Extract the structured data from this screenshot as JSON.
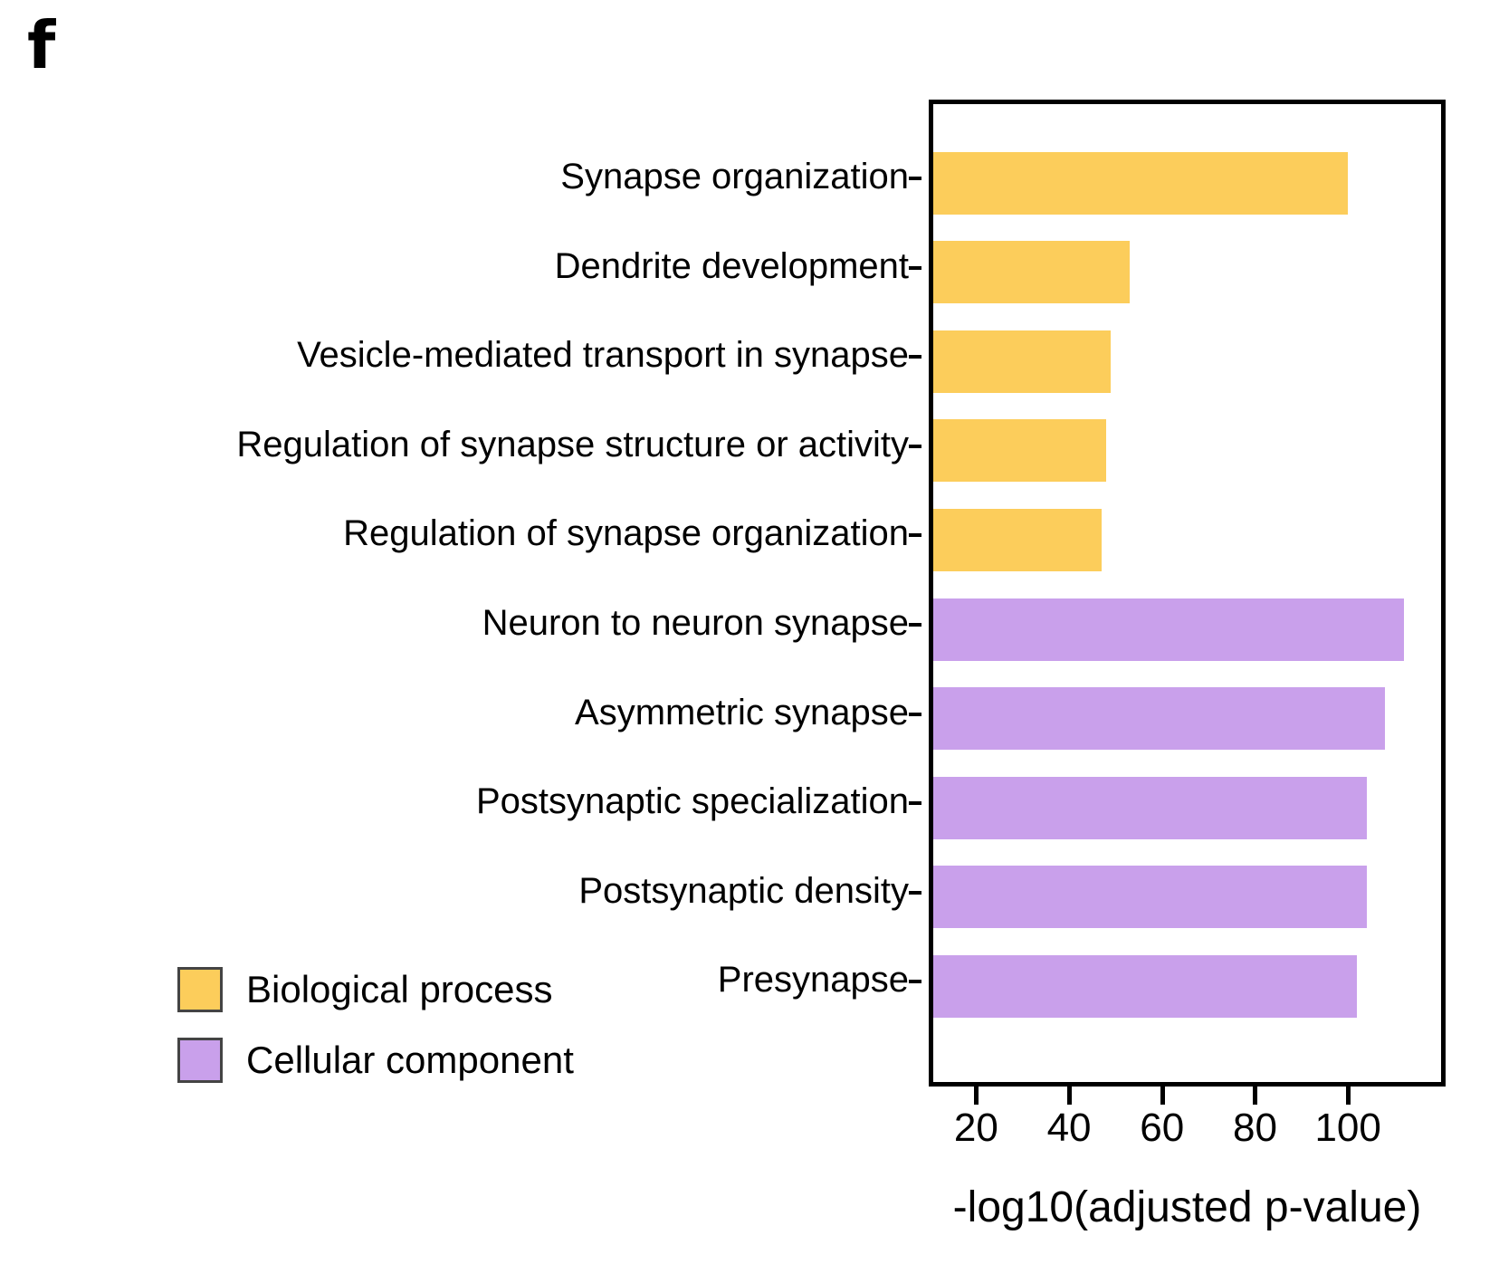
{
  "panel": {
    "letter": "f"
  },
  "chart_data": {
    "type": "bar",
    "orientation": "horizontal",
    "title": "",
    "xlabel": "-log10(adjusted p-value)",
    "ylabel": "",
    "xlim": [
      9.8,
      121
    ],
    "xticks": [
      20,
      40,
      60,
      80,
      100
    ],
    "grid": false,
    "legend_position": "bottom-left",
    "categories": [
      "Synapse organization",
      "Dendrite development",
      "Vesicle-mediated transport in synapse",
      "Regulation of synapse structure or activity",
      "Regulation of synapse organization",
      "Neuron to neuron synapse",
      "Asymmetric synapse",
      "Postsynaptic specialization",
      "Postsynaptic density",
      "Presynapse"
    ],
    "values": [
      99,
      52,
      48,
      47,
      46,
      111,
      107,
      103,
      103,
      101
    ],
    "groups": [
      "Biological process",
      "Biological process",
      "Biological process",
      "Biological process",
      "Biological process",
      "Cellular component",
      "Cellular component",
      "Cellular component",
      "Cellular component",
      "Cellular component"
    ],
    "colors": {
      "Biological process": "#FCCD5B",
      "Cellular component": "#C9A0EB"
    }
  },
  "legend": {
    "items": [
      {
        "label": "Biological process",
        "color": "#FCCD5B"
      },
      {
        "label": "Cellular component",
        "color": "#C9A0EB"
      }
    ]
  },
  "axis": {
    "tick_labels": [
      "20",
      "40",
      "60",
      "80",
      "100"
    ],
    "x_title": "-log10(adjusted p-value)"
  }
}
